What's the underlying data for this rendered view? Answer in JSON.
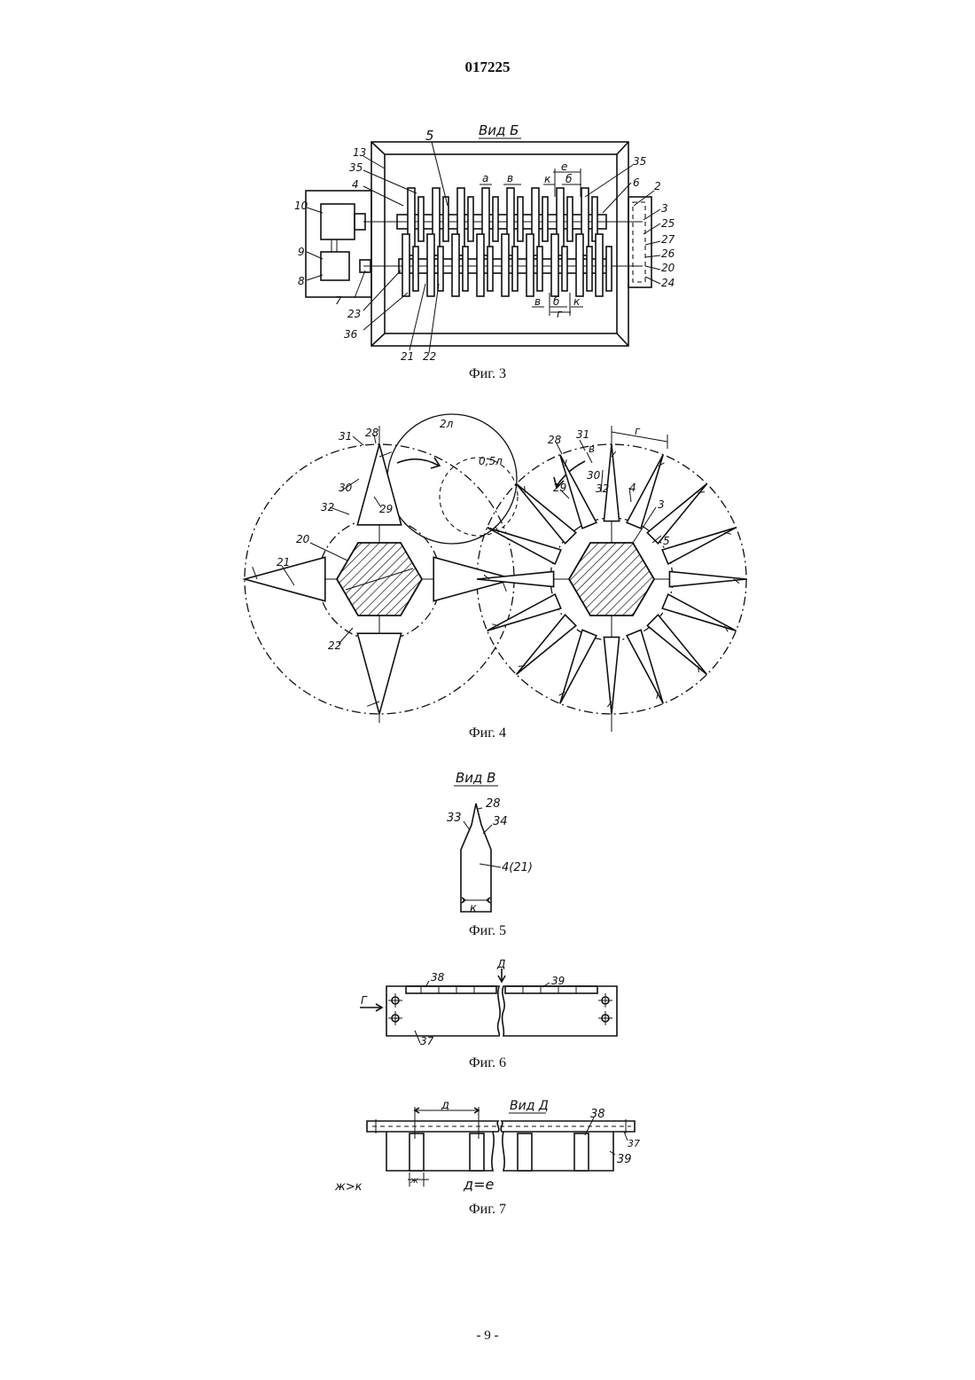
{
  "document_number": "017225",
  "page_number": "- 9 -",
  "fig3": {
    "view_title": "Вид Б",
    "caption": "Фиг. 3",
    "labels": [
      "5",
      "13",
      "35",
      "4",
      "10",
      "9",
      "8",
      "7",
      "23",
      "36",
      "21",
      "22",
      "35",
      "6",
      "2",
      "3",
      "25",
      "27",
      "26",
      "20",
      "24",
      "a",
      "в",
      "e",
      "к",
      "б",
      "в",
      "б",
      "г",
      "к"
    ]
  },
  "fig4": {
    "caption": "Фиг. 4",
    "labels": [
      "31",
      "28",
      "2л",
      "0,5л",
      "28",
      "31",
      "г",
      "в",
      "30",
      "29",
      "32",
      "4",
      "32",
      "20",
      "3",
      "5",
      "21",
      "22",
      "30",
      "29"
    ]
  },
  "fig5": {
    "view_title": "Вид В",
    "caption": "Фиг. 5",
    "labels": [
      "28",
      "33",
      "34",
      "4(21)",
      "к"
    ]
  },
  "fig6": {
    "caption": "Фиг. 6",
    "labels": [
      "Д",
      "38",
      "39",
      "Г",
      "37"
    ]
  },
  "fig7": {
    "view_title": "Вид Д",
    "caption": "Фиг. 7",
    "labels": [
      "д",
      "38",
      "37",
      "39",
      "ж",
      "ж>к",
      "д=е"
    ]
  }
}
